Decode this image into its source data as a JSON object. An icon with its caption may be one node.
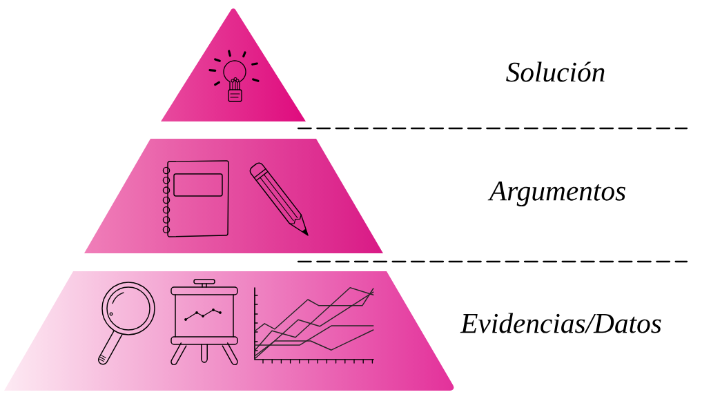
{
  "diagram": {
    "nodes": [
      {
        "text": [],
        "shape": "triangle",
        "beside": [
          "Solución"
        ]
      },
      {
        "text": [],
        "shape": "trapezoid",
        "beside": [
          "Argumentos"
        ]
      },
      {
        "text": [],
        "shape": "trapezoid",
        "beside": [
          "Evidencias/Datos"
        ]
      }
    ]
  }
}
